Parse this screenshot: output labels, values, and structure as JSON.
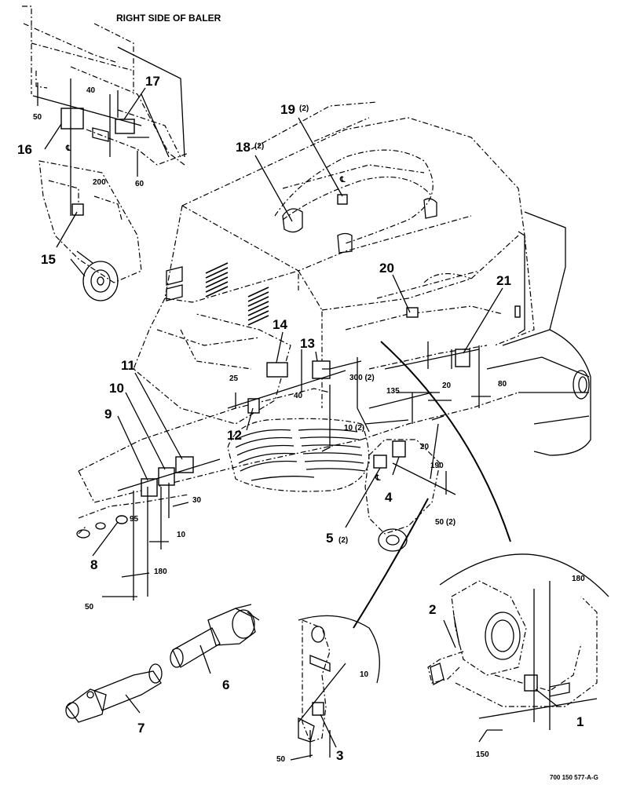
{
  "title": "RIGHT SIDE OF BALER",
  "reference": "700 150 577-A-G",
  "callouts": {
    "c1": "1",
    "c2": "2",
    "c3": "3",
    "c4": "4",
    "c5": "5",
    "c6": "6",
    "c7": "7",
    "c8": "8",
    "c9": "9",
    "c10": "10",
    "c11": "11",
    "c12": "12",
    "c13": "13",
    "c14": "14",
    "c15": "15",
    "c16": "16",
    "c17": "17",
    "c18": "18",
    "c19": "19",
    "c20": "20",
    "c21": "21"
  },
  "quantities": {
    "q5": "(2)",
    "q18": "(2)",
    "q19": "(2)"
  },
  "dimensions": {
    "d40_top": "40",
    "d50_top": "50",
    "d60": "60",
    "d200": "200",
    "d25": "25",
    "d40_mid": "40",
    "d300": "300 (2)",
    "d135": "135",
    "d20_a": "20",
    "d80": "80",
    "d10_2": "10 (2)",
    "d20_b": "20",
    "d190": "190",
    "d50_2": "50 (2)",
    "d30": "30",
    "d95": "95",
    "d10_a": "10",
    "d180_a": "180",
    "d50_b": "50",
    "d10_b": "10",
    "d50_c": "50",
    "d180_b": "180",
    "d150": "150"
  },
  "centerline_symbol": "℄"
}
